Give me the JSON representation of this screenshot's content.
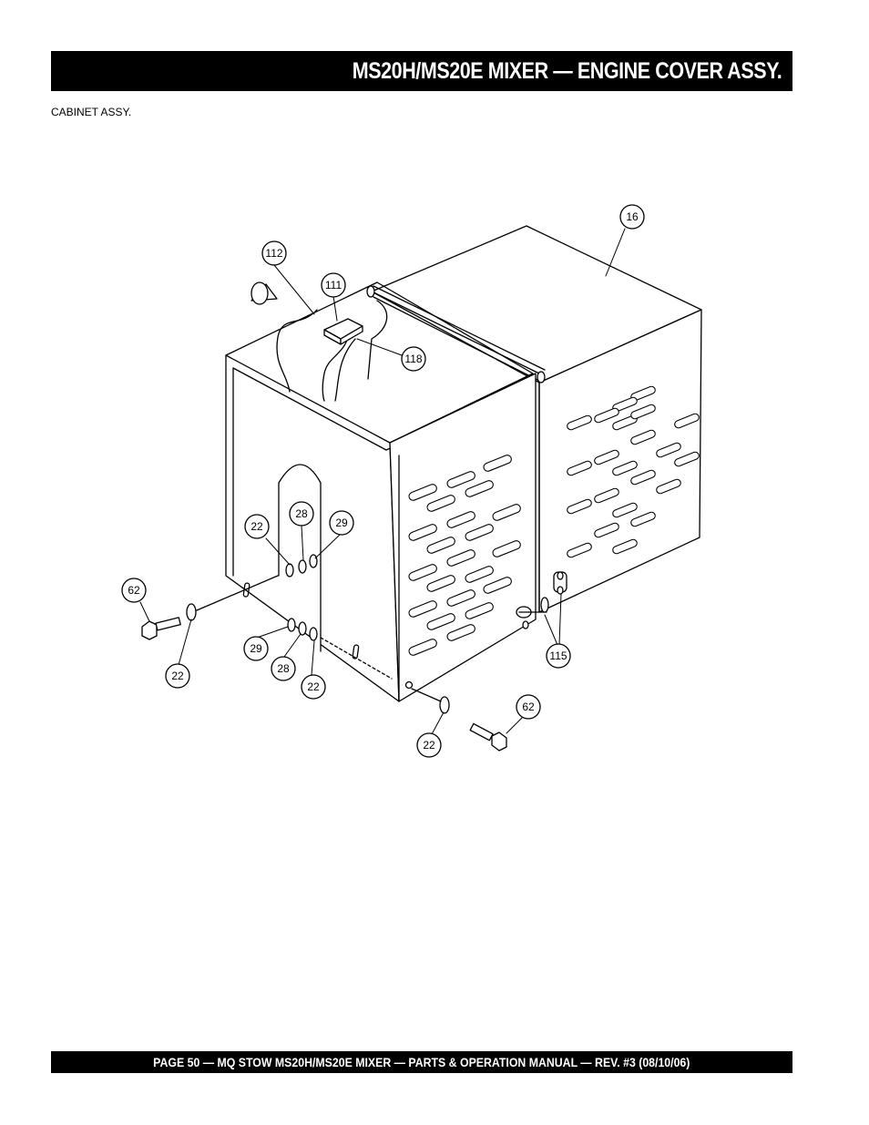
{
  "header": {
    "title": "MS20H/MS20E MIXER  — ENGINE COVER ASSY."
  },
  "section": {
    "label": "CABINET ASSY."
  },
  "callouts": {
    "c16": "16",
    "c112": "112",
    "c111": "111",
    "c118": "118",
    "c22a": "22",
    "c28a": "28",
    "c29a": "29",
    "c62a": "62",
    "c22b": "22",
    "c29b": "29",
    "c28b": "28",
    "c22c": "22",
    "c115": "115",
    "c62b": "62",
    "c22d": "22"
  },
  "footer": {
    "text": "PAGE 50 — MQ STOW MS20H/MS20E MIXER — PARTS & OPERATION MANUAL — REV. #3 (08/10/06)"
  }
}
